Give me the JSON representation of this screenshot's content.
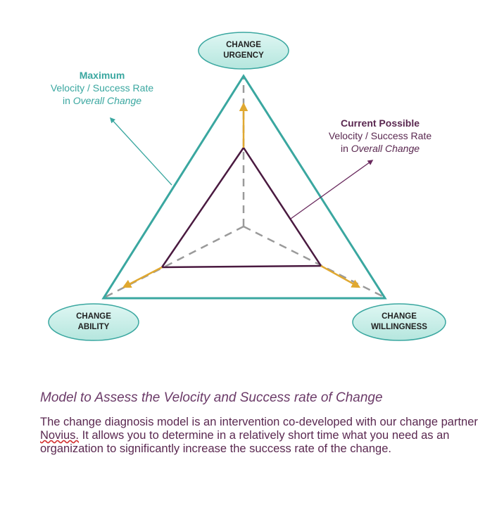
{
  "nodes": {
    "urgency": [
      "CHANGE",
      "URGENCY"
    ],
    "ability": [
      "CHANGE",
      "ABILITY"
    ],
    "willingness": [
      "CHANGE",
      "WILLINGNESS"
    ]
  },
  "annotations": {
    "maximum": {
      "title": "Maximum",
      "line1": "Velocity / Success Rate",
      "line2_prefix": "in ",
      "line2_italic": "Overall Change"
    },
    "current": {
      "title": "Current Possible",
      "line1": "Velocity / Success Rate",
      "line2_prefix": "in ",
      "line2_italic": "Overall Change"
    }
  },
  "caption": {
    "title": "Model to Assess the Velocity and Success rate of Change",
    "body_part1": "The change diagnosis model is an intervention co-developed with our change partner ",
    "body_link": "Novius.",
    "body_part2": " It allows you to determine in a relatively short time what you need as an organization to significantly increase the success rate of the change."
  },
  "colors": {
    "teal": "#3aa7a0",
    "ellipse_fill": "#c8eee8",
    "purple": "#4a1a40",
    "arrow_gold": "#e0a830",
    "dash_gray": "#9a9a9a",
    "caption_purple": "#6b3a68"
  }
}
